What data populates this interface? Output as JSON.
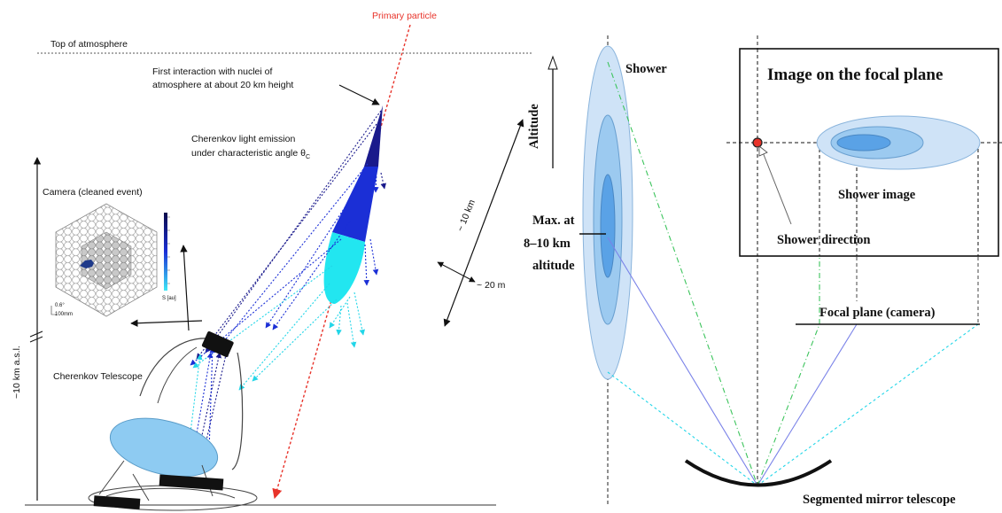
{
  "left_panel": {
    "primary_particle": "Primary particle",
    "top_of_atmosphere": "Top of atmosphere",
    "first_interaction_line1": "First interaction with nuclei of",
    "first_interaction_line2": "atmosphere at about 20 km height",
    "cherenkov_emission_line1": "Cherenkov light emission",
    "cherenkov_emission_line2": "under characteristic angle θ",
    "theta_subscript": "C",
    "camera_label": "Camera (cleaned event)",
    "camera_scale_label": "S [au]",
    "camera_scale_marker_line1": "0.6°",
    "camera_scale_marker_line2": "100mm",
    "telescope_label": "Cherenkov Telescope",
    "height_label": "~10 km a.s.l.",
    "shower_length": "~ 10 km",
    "shower_width": "~ 20 m",
    "colors": {
      "primary_track": "#e8332a",
      "shower_top": "#1a1a8c",
      "shower_mid": "#1b2fd6",
      "shower_bottom": "#22e6f0",
      "mirror": "#8ecbf2"
    }
  },
  "right_panel": {
    "shower_label": "Shower",
    "altitude_label": "Altitude",
    "max_label_line1": "Max. at",
    "max_label_line2": "8–10 km",
    "max_label_line3": "altitude",
    "inset_title": "Image on the focal plane",
    "shower_image_label": "Shower image",
    "shower_direction_label": "Shower direction",
    "focal_plane_label": "Focal plane (camera)",
    "mirror_label": "Segmented mirror telescope"
  }
}
